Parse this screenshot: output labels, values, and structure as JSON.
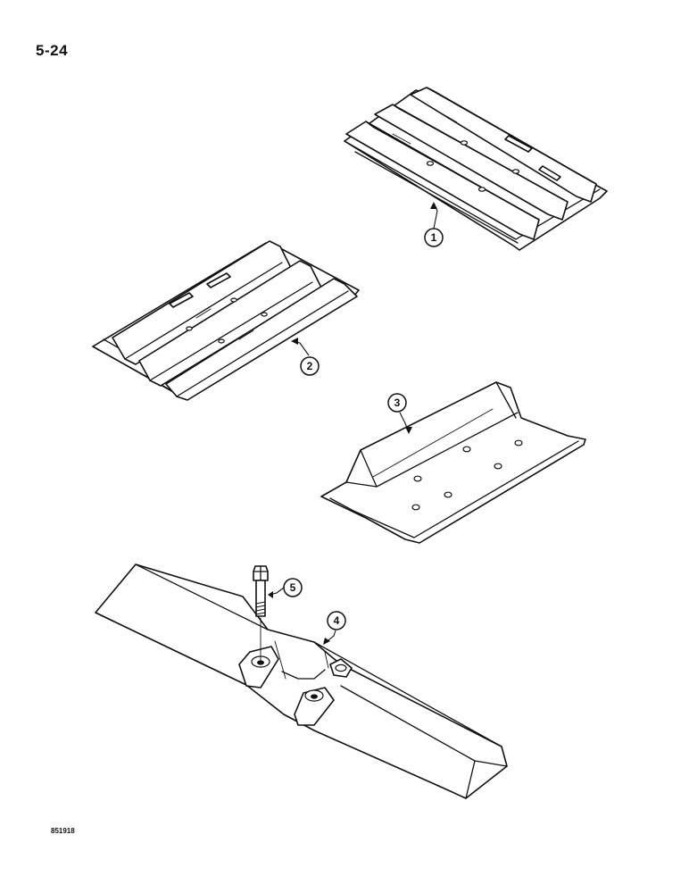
{
  "page_number": "5-24",
  "figure_id": "851918",
  "callouts": [
    "1",
    "2",
    "3",
    "4",
    "5"
  ]
}
